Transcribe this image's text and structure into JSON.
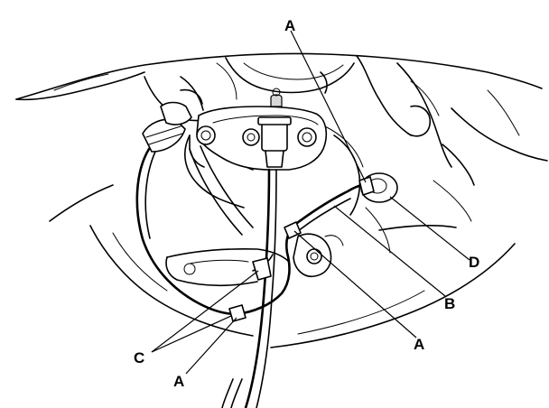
{
  "callouts": [
    {
      "id": "a-top",
      "text": "A"
    },
    {
      "id": "d",
      "text": "D"
    },
    {
      "id": "b",
      "text": "B"
    },
    {
      "id": "a-right",
      "text": "A"
    },
    {
      "id": "c",
      "text": "C"
    },
    {
      "id": "a-bottom",
      "text": "A"
    }
  ]
}
